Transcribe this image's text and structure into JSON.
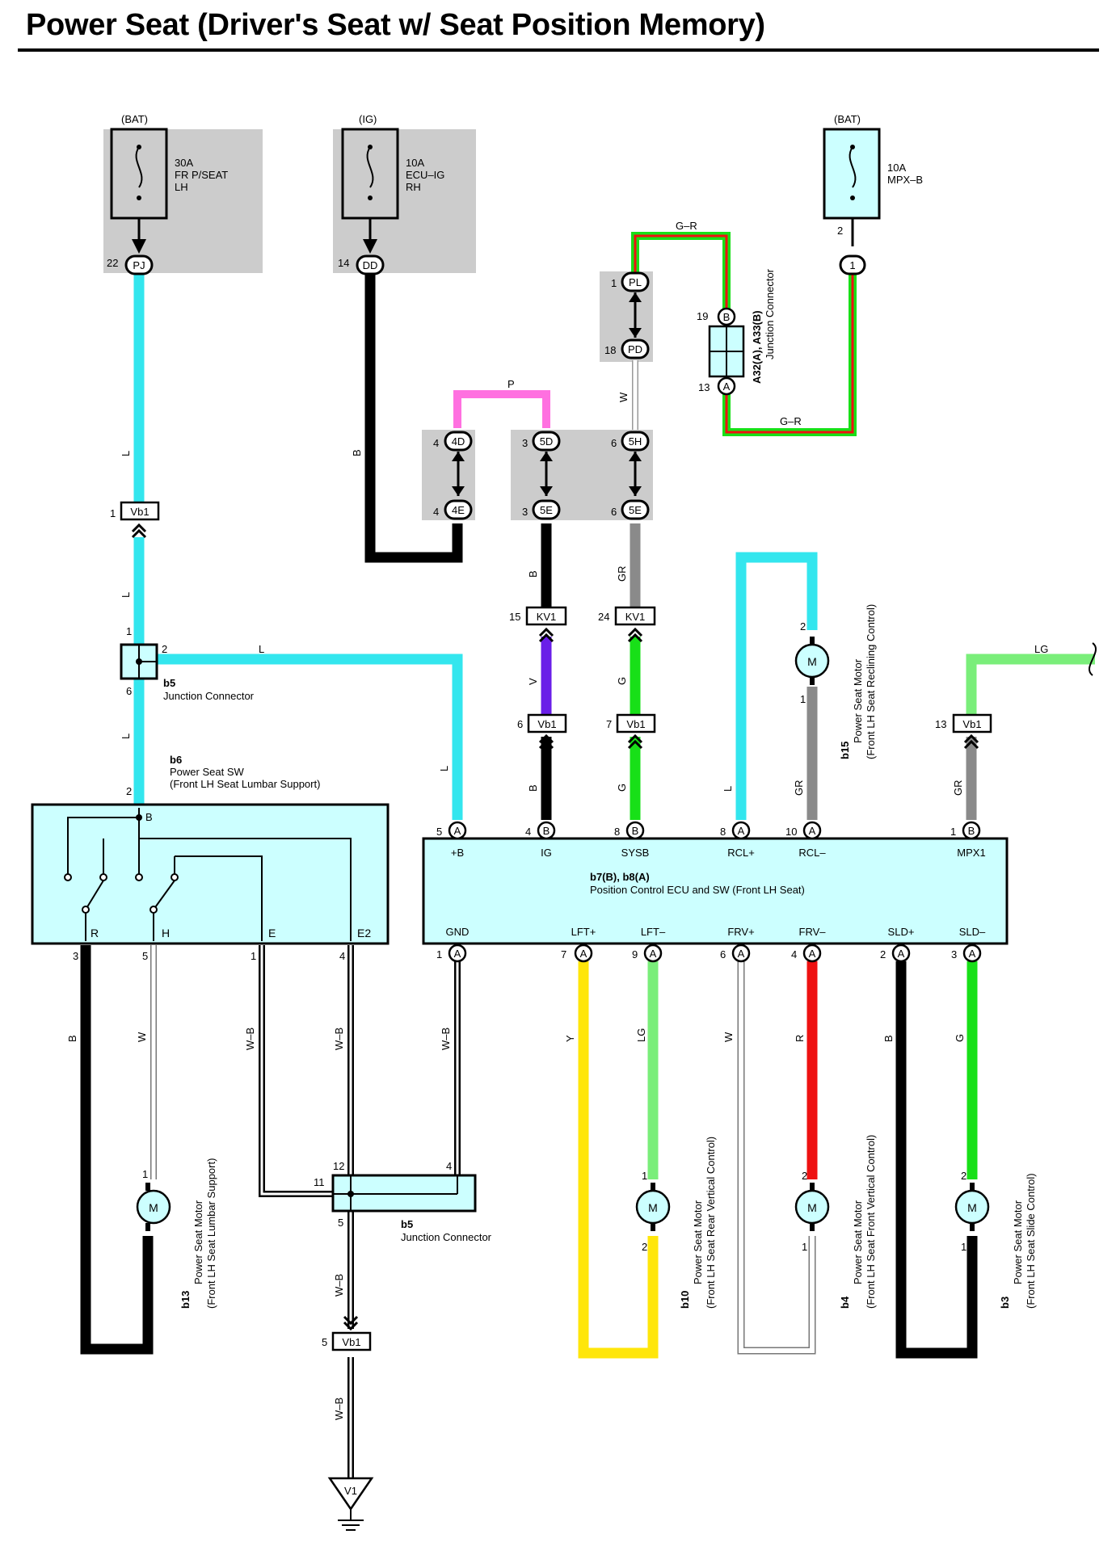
{
  "title": "Power Seat (Driver's Seat w/ Seat Position Memory)",
  "colors": {
    "L": "#33e6ee",
    "B": "#000000",
    "P": "#ff70e0",
    "V": "#6a1ee8",
    "G": "#18e018",
    "GR": "#8a8a8a",
    "W": "#ffffff",
    "LG": "#7aee7a",
    "R": "#ee1111",
    "Y": "#ffe60a",
    "GR_stripe": "#ee1111",
    "box_fill": "#ccffff",
    "shade": "#cccccc"
  },
  "fuses": [
    {
      "supply": "(BAT)",
      "rating": "30A",
      "name1": "FR P/SEAT",
      "name2": "LH",
      "pin": "22",
      "conn": "PJ"
    },
    {
      "supply": "(IG)",
      "rating": "10A",
      "name1": "ECU–IG",
      "name2": "RH",
      "pin": "14",
      "conn": "DD"
    },
    {
      "supply": "(BAT)",
      "rating": "10A",
      "name1": "MPX–B",
      "pin": "2"
    }
  ],
  "connectors": {
    "pl_pin": "1",
    "pl": "PL",
    "pd_pin": "18",
    "pd": "PD",
    "j4d_pin": "4",
    "j4d": "4D",
    "j4e_pin": "4",
    "j4e": "4E",
    "j5d_pin": "3",
    "j5d": "5D",
    "j5e_pin": "3",
    "j5e": "5E",
    "j5h_pin": "6",
    "j5h": "5H",
    "j5e2_pin": "6",
    "j5e2": "5E",
    "mpx_pin": "1",
    "a32_b_pin": "19",
    "a32_b": "B",
    "a32_a_pin": "13",
    "a32_a": "A",
    "a32_id": "A32(A), A33(B)",
    "a32_name": "Junction Connector",
    "vb1": "Vb1",
    "kv1": "KV1",
    "v1": "V1",
    "vb1_left_pin": "1",
    "kv1_left_pin": "15",
    "kv1_right_pin": "24",
    "vb1_mid_pin": "6",
    "vb1_mid2_pin": "7",
    "vb1_right_pin": "13",
    "vb1_bottom_pin": "5"
  },
  "junction_top": {
    "id": "b5",
    "name": "Junction Connector",
    "pin_top": "1",
    "pin_right": "2",
    "pin_bottom": "6"
  },
  "junction_bottom": {
    "id": "b5",
    "name": "Junction Connector",
    "pin_12": "12",
    "pin_11": "11",
    "pin_4": "4",
    "pin_5": "5"
  },
  "switch": {
    "id": "b6",
    "name1": "Power Seat SW",
    "name2": "(Front LH Seat Lumbar Support)",
    "top_pin": "2",
    "top_term": "B",
    "terms": [
      "R",
      "H",
      "E",
      "E2"
    ],
    "pins": [
      "3",
      "5",
      "1",
      "4"
    ]
  },
  "ecu": {
    "id": "b7(B), b8(A)",
    "name": "Position Control ECU and SW (Front LH Seat)",
    "top_terms": [
      "+B",
      "IG",
      "SYSB",
      "RCL+",
      "RCL–",
      "MPX1"
    ],
    "top_pins": [
      "5",
      "4",
      "8",
      "8",
      "10",
      "1"
    ],
    "top_conn": [
      "A",
      "B",
      "B",
      "A",
      "A",
      "B"
    ],
    "bot_terms": [
      "GND",
      "LFT+",
      "LFT–",
      "FRV+",
      "FRV–",
      "SLD+",
      "SLD–"
    ],
    "bot_pins": [
      "1",
      "7",
      "9",
      "6",
      "4",
      "2",
      "3"
    ],
    "bot_conn": [
      "A",
      "A",
      "A",
      "A",
      "A",
      "A",
      "A"
    ]
  },
  "motors": [
    {
      "id": "b13",
      "name": "Power Seat Motor",
      "desc": "(Front LH Seat Lumbar Support)",
      "pin_top": "1",
      "pin_bot": "2"
    },
    {
      "id": "b15",
      "name": "Power Seat Motor",
      "desc": "(Front LH Seat Reclining Control)",
      "pin_top": "2",
      "pin_bot": "1"
    },
    {
      "id": "b10",
      "name": "Power Seat Motor",
      "desc": "(Front LH Seat Rear Vertical Control)",
      "pin_top": "1",
      "pin_bot": "2"
    },
    {
      "id": "b4",
      "name": "Power Seat Motor",
      "desc": "(Front LH Seat Front Vertical Control)",
      "pin_top": "2",
      "pin_bot": "1"
    },
    {
      "id": "b3",
      "name": "Power Seat Motor",
      "desc": "(Front LH Seat Slide Control)",
      "pin_top": "2",
      "pin_bot": "1"
    }
  ],
  "motor_symbol": "M",
  "wire_labels": {
    "l_left": "L",
    "b_ig": "B",
    "p": "P",
    "w": "W",
    "gr_top": "G–R",
    "gr_bot": "G–R",
    "b_mid": "B",
    "gr_mid": "GR",
    "v": "V",
    "g_mid": "G",
    "b_low": "B",
    "g_low": "G",
    "l_hor": "L",
    "l_plusb": "L",
    "l_rcl": "L",
    "gr_rcl": "GR",
    "lg_top": "LG",
    "gr_mpx": "GR",
    "b_r": "B",
    "w_h": "W",
    "wb_e": "W–B",
    "wb_e2": "W–B",
    "wb_gnd": "W–B",
    "wb_5": "W–B",
    "wb_v1": "W–B",
    "y": "Y",
    "lg": "LG",
    "w_frv": "W",
    "r": "R",
    "b_sld": "B",
    "g_sld": "G"
  }
}
